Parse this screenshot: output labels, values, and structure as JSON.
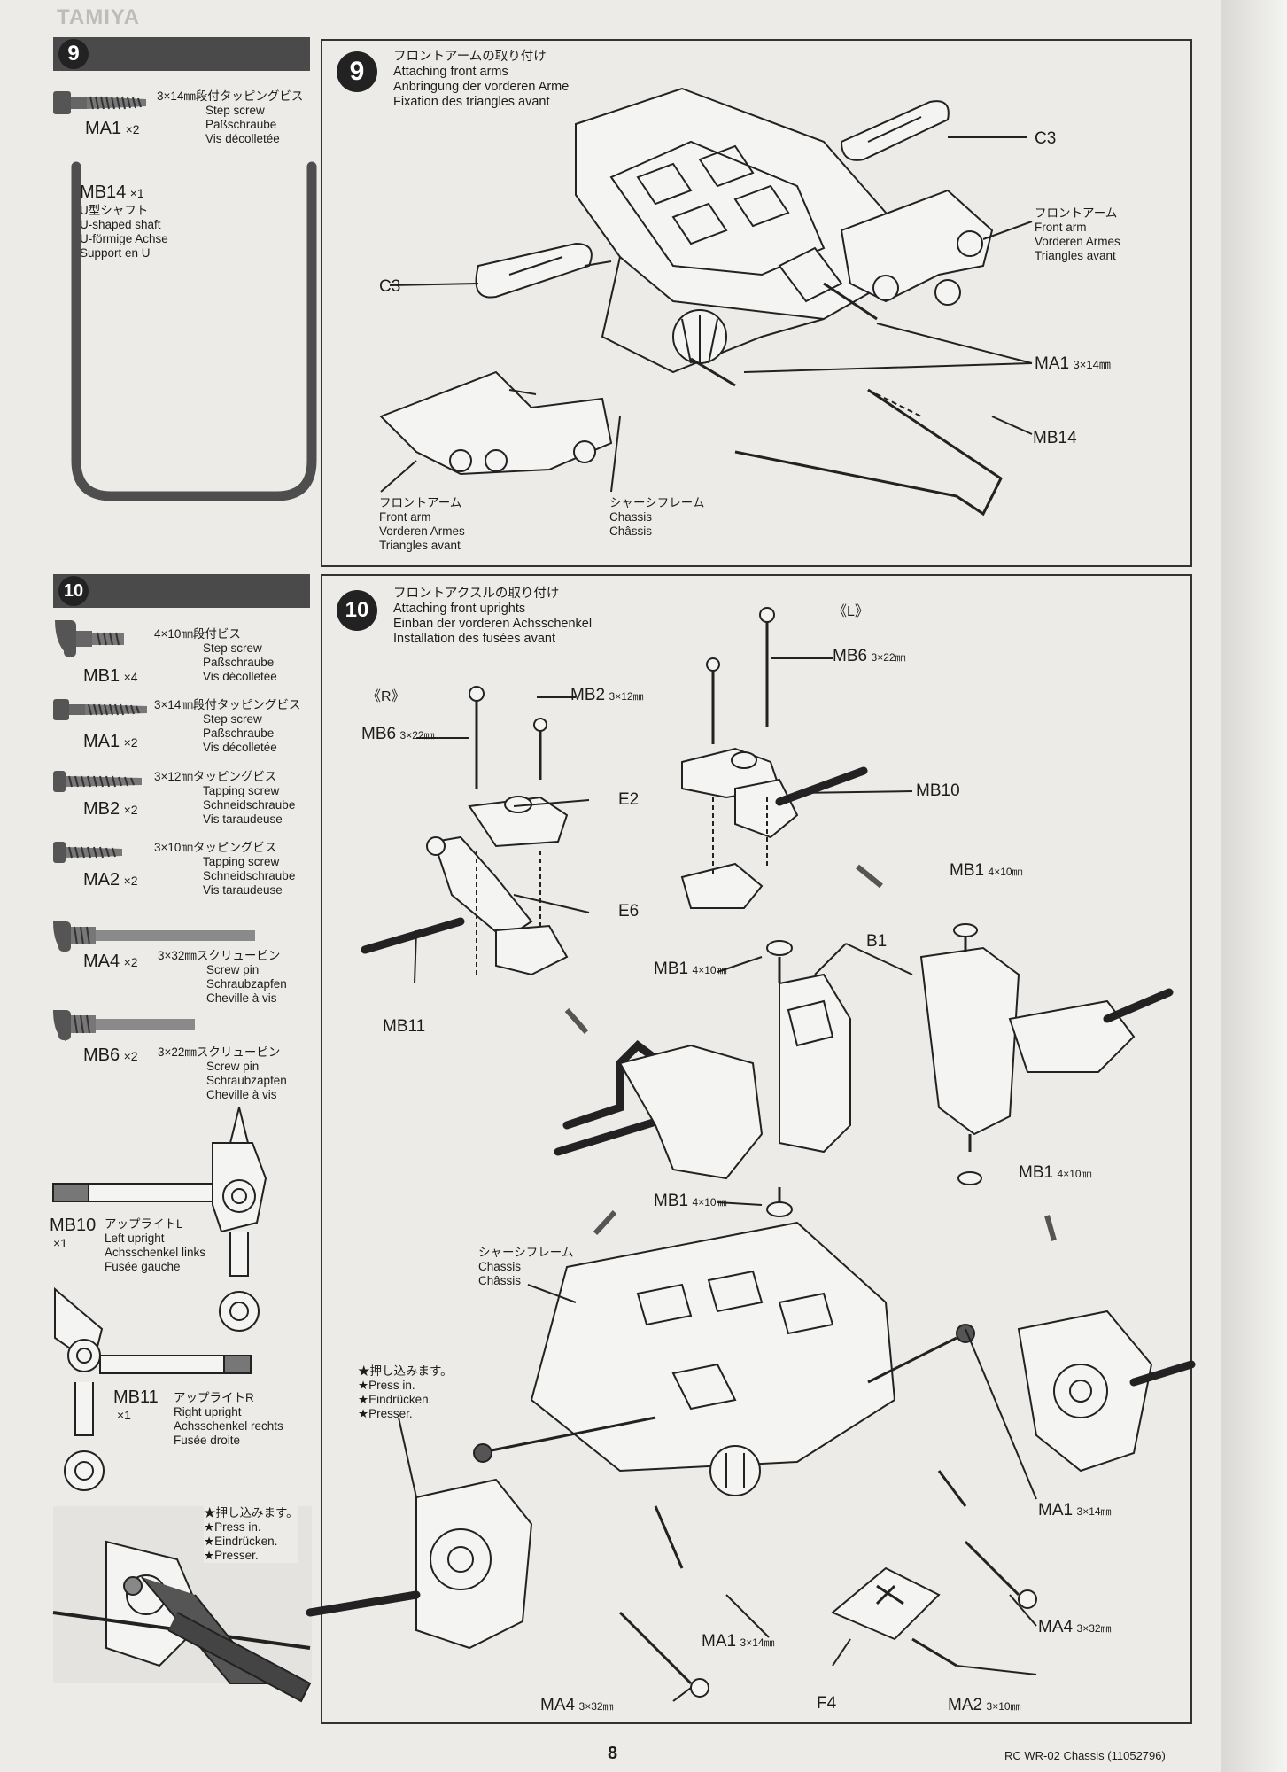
{
  "header": {
    "brand": "TAMIYA"
  },
  "step9": {
    "number": "9",
    "parts": [
      {
        "code": "MA1",
        "qty": "×2",
        "lines": [
          "3×14㎜段付タッピングビス",
          "Step screw",
          "Paßschraube",
          "Vis décolletée"
        ]
      },
      {
        "code": "MB14",
        "qty": "×1",
        "lines": [
          "U型シャフト",
          "U-shaped shaft",
          "U-förmige Achse",
          "Support en U"
        ]
      }
    ],
    "title": [
      "フロントアームの取り付け",
      "Attaching front arms",
      "Anbringung der vorderen Arme",
      "Fixation des triangles avant"
    ],
    "labels": {
      "c3_right": "C3",
      "c3_left": "C3",
      "front_arm_right": [
        "フロントアーム",
        "Front arm",
        "Vorderen Armes",
        "Triangles avant"
      ],
      "front_arm_left": [
        "フロントアーム",
        "Front arm",
        "Vorderen Armes",
        "Triangles avant"
      ],
      "chassis": [
        "シャーシフレーム",
        "Chassis",
        "Châssis"
      ],
      "ma1": "MA1",
      "ma1_size": "3×14㎜",
      "mb14": "MB14"
    }
  },
  "step10": {
    "number": "10",
    "parts": [
      {
        "code": "MB1",
        "qty": "×4",
        "lines": [
          "4×10㎜段付ビス",
          "Step screw",
          "Paßschraube",
          "Vis décolletée"
        ]
      },
      {
        "code": "MA1",
        "qty": "×2",
        "lines": [
          "3×14㎜段付タッピングビス",
          "Step screw",
          "Paßschraube",
          "Vis décolletée"
        ]
      },
      {
        "code": "MB2",
        "qty": "×2",
        "lines": [
          "3×12㎜タッピングビス",
          "Tapping screw",
          "Schneidschraube",
          "Vis taraudeuse"
        ]
      },
      {
        "code": "MA2",
        "qty": "×2",
        "lines": [
          "3×10㎜タッピングビス",
          "Tapping screw",
          "Schneidschraube",
          "Vis taraudeuse"
        ]
      },
      {
        "code": "MA4",
        "qty": "×2",
        "lines": [
          "3×32㎜スクリューピン",
          "Screw pin",
          "Schraubzapfen",
          "Cheville à vis"
        ]
      },
      {
        "code": "MB6",
        "qty": "×2",
        "lines": [
          "3×22㎜スクリューピン",
          "Screw pin",
          "Schraubzapfen",
          "Cheville à vis"
        ]
      },
      {
        "code": "MB10",
        "qty": "×1",
        "lines": [
          "アップライトL",
          "Left upright",
          "Achsschenkel links",
          "Fusée gauche"
        ]
      },
      {
        "code": "MB11",
        "qty": "×1",
        "lines": [
          "アップライトR",
          "Right upright",
          "Achsschenkel rechts",
          "Fusée droite"
        ]
      }
    ],
    "press_note_left": [
      "★押し込みます。",
      "★Press in.",
      "★Eindrücken.",
      "★Presser."
    ],
    "title": [
      "フロントアクスルの取り付け",
      "Attaching front uprights",
      "Einban der vorderen Achsschenkel",
      "Installation des fusées avant"
    ],
    "labels": {
      "R": "《R》",
      "L": "《L》",
      "mb6_r": "MB6",
      "mb6_r_size": "3×22㎜",
      "mb6_l": "MB6",
      "mb6_l_size": "3×22㎜",
      "mb2": "MB2",
      "mb2_size": "3×12㎜",
      "e2": "E2",
      "e6": "E6",
      "mb10": "MB10",
      "mb11": "MB11",
      "b1": "B1",
      "mb1_a": "MB1",
      "mb1_a_size": "4×10㎜",
      "mb1_b": "MB1",
      "mb1_b_size": "4×10㎜",
      "mb1_c": "MB1",
      "mb1_c_size": "4×10㎜",
      "mb1_d": "MB1",
      "mb1_d_size": "4×10㎜",
      "chassis": [
        "シャーシフレーム",
        "Chassis",
        "Châssis"
      ],
      "press_note": [
        "★押し込みます。",
        "★Press in.",
        "★Eindrücken.",
        "★Presser."
      ],
      "ma1_right": "MA1",
      "ma1_right_size": "3×14㎜",
      "ma4_right": "MA4",
      "ma4_right_size": "3×32㎜",
      "ma1_bottom": "MA1",
      "ma1_bottom_size": "3×14㎜",
      "ma4_bottom": "MA4",
      "ma4_bottom_size": "3×32㎜",
      "f4": "F4",
      "ma2": "MA2",
      "ma2_size": "3×10㎜"
    }
  },
  "footer": {
    "page": "8",
    "doc": "RC WR-02 Chassis (11052796)"
  }
}
